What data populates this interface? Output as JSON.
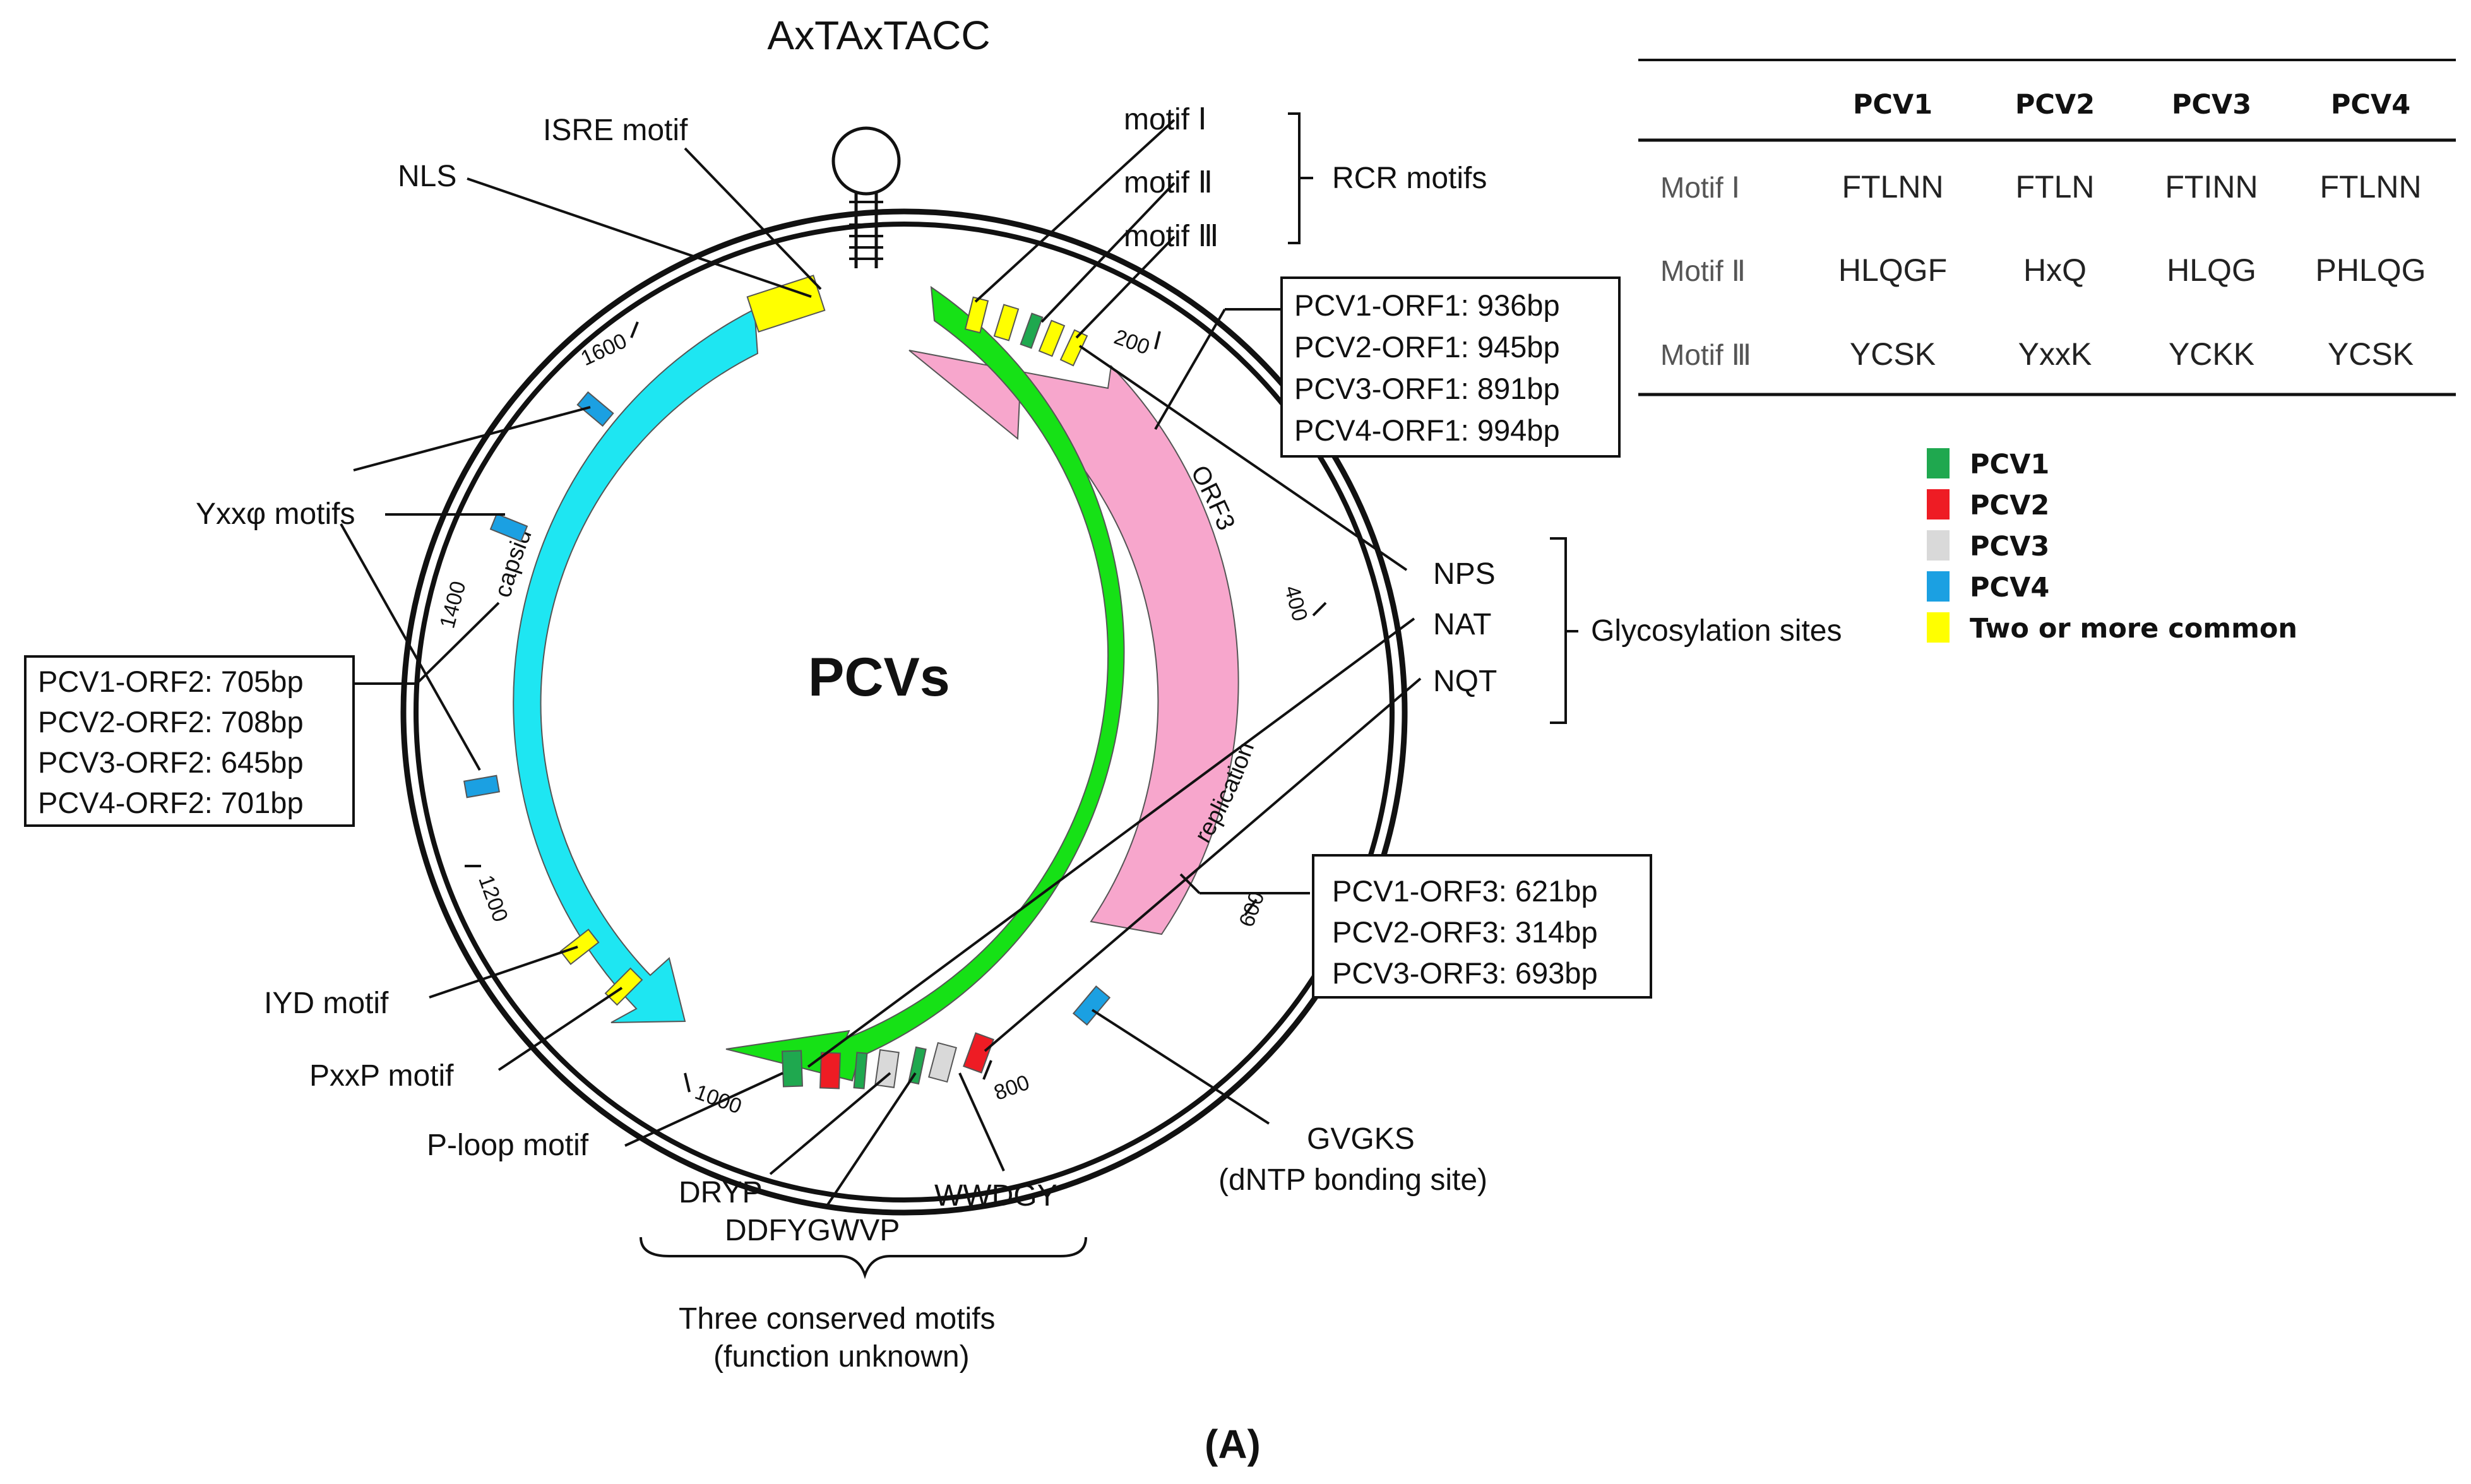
{
  "hairpin_sequence": "AxTAxTACC",
  "center_title": "PCVs",
  "panel_label": "(A)",
  "arc_labels": {
    "orf3": "ORF3",
    "capsid": "capsid",
    "replication": "replication"
  },
  "ticks": [
    "200",
    "400",
    "600",
    "800",
    "1000",
    "1200",
    "1400",
    "1600"
  ],
  "labels": {
    "isre": "ISRE motif",
    "nls": "NLS",
    "yxx": "Yxxφ motifs",
    "iyd": "IYD motif",
    "pxxp": "PxxP motif",
    "ploop": "P-loop motif",
    "dryp": "DRYP",
    "ddfygwvp": "DDFYGWVP",
    "wwdgy": "WWDGY",
    "gvgks": "GVGKS",
    "gvgks_sub": "(dNTP bonding site)",
    "three_motifs": "Three conserved motifs",
    "three_motifs_sub": "(function unknown)",
    "nps": "NPS",
    "nat": "NAT",
    "nqt": "NQT",
    "glyco": "Glycosylation sites",
    "rcr": "RCR motifs",
    "motif1": "motif Ⅰ",
    "motif2": "motif Ⅱ",
    "motif3": "motif Ⅲ"
  },
  "orf1_box": [
    "PCV1-ORF1: 936bp",
    "PCV2-ORF1: 945bp",
    "PCV3-ORF1: 891bp",
    "PCV4-ORF1: 994bp"
  ],
  "orf2_box": [
    "PCV1-ORF2: 705bp",
    "PCV2-ORF2: 708bp",
    "PCV3-ORF2: 645bp",
    "PCV4-ORF2: 701bp"
  ],
  "orf3_box": [
    "PCV1-ORF3: 621bp",
    "PCV2-ORF3: 314bp",
    "PCV3-ORF3: 693bp"
  ],
  "table": {
    "headers": [
      "PCV1",
      "PCV2",
      "PCV3",
      "PCV4"
    ],
    "rows": [
      {
        "label": "Motif Ⅰ",
        "cells": [
          "FTLNN",
          "FTLN",
          "FTINN",
          "FTLNN"
        ]
      },
      {
        "label": "Motif Ⅱ",
        "cells": [
          "HLQGF",
          "HxQ",
          "HLQG",
          "PHLQG"
        ]
      },
      {
        "label": "Motif Ⅲ",
        "cells": [
          "YCSK",
          "YxxK",
          "YCKK",
          "YCSK"
        ]
      }
    ]
  },
  "legend": [
    {
      "label": "PCV1",
      "color": "#1fa84f"
    },
    {
      "label": "PCV2",
      "color": "#ee1c24"
    },
    {
      "label": "PCV3",
      "color": "#d9d9d9"
    },
    {
      "label": "PCV4",
      "color": "#1ba0e2"
    },
    {
      "label": "Two or more common",
      "color": "#ffff00"
    }
  ],
  "colors": {
    "rep": "#16e116",
    "cap": "#1ee6f2",
    "orf3": "#f7a6cc",
    "pcv1": "#1fa84f",
    "pcv2": "#ee1c24",
    "pcv3": "#d9d9d9",
    "pcv4": "#1ba0e2",
    "common": "#ffff00"
  }
}
